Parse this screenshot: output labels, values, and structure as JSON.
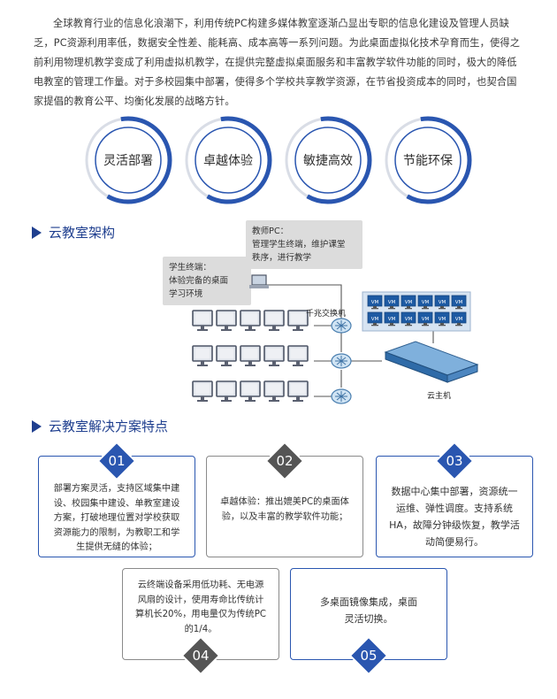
{
  "intro": "全球教育行业的信息化浪潮下，利用传统PC构建多媒体教室逐渐凸显出专职的信息化建设及管理人员缺乏，PC资源利用率低，数据安全性差、能耗高、成本高等一系列问题。为此桌面虚拟化技术孕育而生，使得之前利用物理机教学变成了利用虚拟机教学，在提供完整虚拟桌面服务和丰富教学软件功能的同时，极大的降低电教室的管理工作量。对于多校园集中部署，使得多个学校共享教学资源，在节省投资成本的同时，也契合国家提倡的教育公平、均衡化发展的战略方针。",
  "features": [
    "灵活部署",
    "卓越体验",
    "敏捷高效",
    "节能环保"
  ],
  "architecture": {
    "title": "云教室架构",
    "teacher_callout": "教师PC：\n管理学生终端，维护课堂\n秩序，进行教学",
    "student_callout": "学生终端：\n体验完备的桌面\n学习环境",
    "switch_label": "千兆交换机",
    "host_label": "云主机",
    "vm_label": "VM"
  },
  "solution": {
    "title": "云教室解决方案特点",
    "cards": [
      {
        "num": "01",
        "text": "部署方案灵活，支持区域集中建设、校园集中建设、单教室建设方案，打破地理位置对学校获取资源能力的限制，为教职工和学生提供无缝的体验；"
      },
      {
        "num": "02",
        "text": "卓越体验：推出媲美PC的桌面体验，以及丰富的教学软件功能；"
      },
      {
        "num": "03",
        "text": "数据中心集中部署，资源统一运维、弹性调度。支持系统HA，故障分钟级恢复，教学活动简便易行。"
      },
      {
        "num": "04",
        "text": "云终端设备采用低功耗、无电源风扇的设计，使用寿命比传统计算机长20%，用电量仅为传统PC的1/4。"
      },
      {
        "num": "05",
        "text": "多桌面镜像集成，桌面灵活切换。"
      }
    ]
  },
  "colors": {
    "blue": "#2a56b0",
    "gray": "#555555",
    "accent_title": "#1f3f8f"
  }
}
